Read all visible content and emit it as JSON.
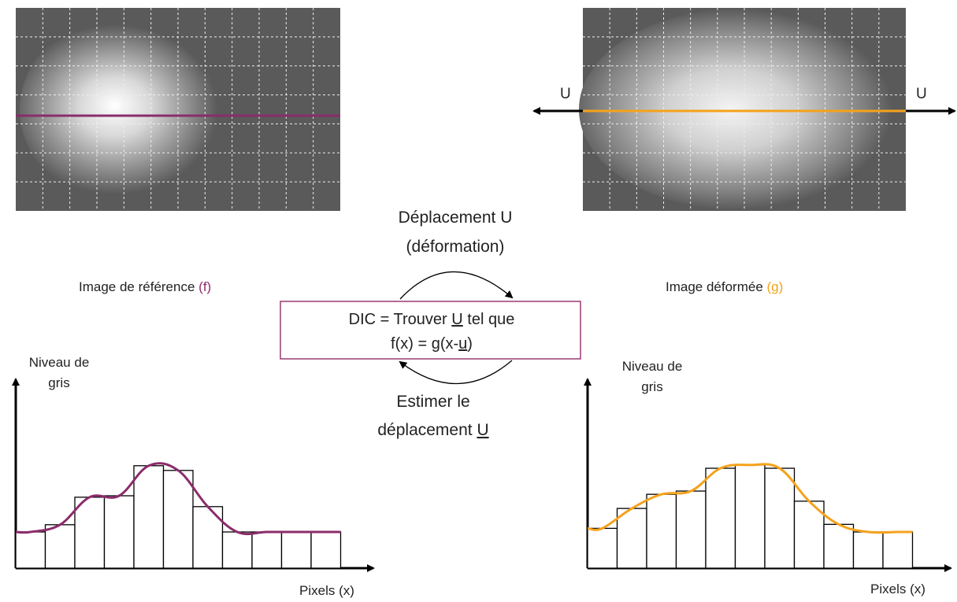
{
  "colors": {
    "reference": "#8B2C6B",
    "deformed": "#F5A21B",
    "image_bg": "#5A5A5A",
    "grid": "#EEEEEE",
    "box_border": "#9C3A72"
  },
  "reference": {
    "caption_prefix": "Image de référence ",
    "caption_symbol": "(f)",
    "axis_y_label_line1": "Niveau de",
    "axis_y_label_line2": "gris",
    "axis_x_label": "Pixels (x)",
    "histogram": [
      0,
      0.2,
      0.96,
      1.0,
      1.83,
      1.7,
      0.7,
      0,
      0,
      0,
      0
    ]
  },
  "deformed": {
    "caption_prefix": "Image déformée ",
    "caption_symbol": "(g)",
    "axis_y_label_line1": "Niveau de",
    "axis_y_label_line2": "gris",
    "axis_x_label": "Pixels (x)",
    "arrow_label_left": "U",
    "arrow_label_right": "U",
    "histogram": [
      0.1,
      0.65,
      1.04,
      1.13,
      1.76,
      1.85,
      1.76,
      0.85,
      0.21,
      0,
      0
    ]
  },
  "center": {
    "top_line1": "Déplacement U",
    "top_line2": "(déformation)",
    "box_line1_prefix": "DIC = Trouver ",
    "box_line1_u": "U",
    "box_line1_suffix": " tel que",
    "box_line2_prefix": "f(x) = g(x-",
    "box_line2_u": "u",
    "box_line2_suffix": ")",
    "bottom_line1": "Estimer le",
    "bottom_line2_prefix": "déplacement ",
    "bottom_line2_u": "U"
  }
}
